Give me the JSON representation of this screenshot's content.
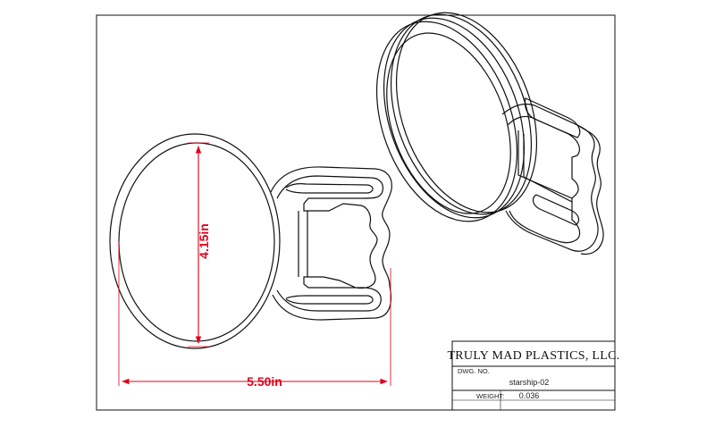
{
  "dimensions": {
    "height_label": "4.15in",
    "width_label": "5.50in"
  },
  "title_block": {
    "company": "TRULY MAD PLASTICS, LLC.",
    "dwg_no_label": "DWG. NO.",
    "dwg_no_value": "starship-02",
    "weight_label": "WEIGHT:",
    "weight_value": "0.036"
  },
  "colors": {
    "dimension": "#e0001b",
    "line": "#111111"
  }
}
